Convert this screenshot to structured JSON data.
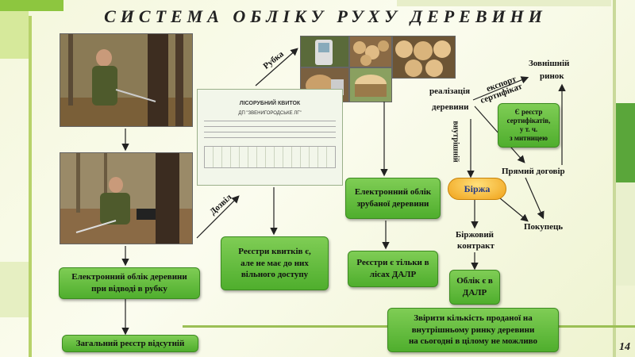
{
  "title": "СИСТЕМА ОБЛІКУ РУХУ ДЕРЕВИНИ",
  "page_number": "14",
  "doc": {
    "header": "ЛІСОРУБНИЙ КВИТОК",
    "company": "ДП \"ЗВЕНИГОРОДСЬКЕ ЛГ\""
  },
  "labels": {
    "rubka": "Рубка",
    "dozvil": "Дозвіл",
    "realizatsiia": "реалізація",
    "derevyny": "деревини",
    "eksport": "експорт",
    "sertyfikat": "сертифікат",
    "vnutrishnii": "внутрішній",
    "zovnishnii_rynok_1": "Зовнішній",
    "zovnishnii_rynok_2": "ринок",
    "pryamyi_dohovir": "Прямий договір",
    "pokupets": "Покупець",
    "birzhovyi_1": "Біржовий",
    "birzhovyi_2": "контракт"
  },
  "boxes": {
    "elektronnyi_oblik_vidvid_1": "Електронний облік деревини",
    "elektronnyi_oblik_vidvid_2": "при відводі в рубку",
    "zahalnyi_reiestr": "Загальний реєстр відсутній",
    "reiestry_kvytkiv_1": "Реєстри квитків є,",
    "reiestry_kvytkiv_2": "але не має до них",
    "reiestry_kvytkiv_3": "вільного доступу",
    "elektronnyi_zrubanoi_1": "Електронний облік",
    "elektronnyi_zrubanoi_2": "зрубаної деревини",
    "reiestry_dalr_1": "Реєстри є тільки в",
    "reiestry_dalr_2": "лісах ДАЛР",
    "reiestr_sertyfikativ_1": "Є реєстр",
    "reiestr_sertyfikativ_2": "сертифікатів,",
    "reiestr_sertyfikativ_3": "у т. ч.",
    "reiestr_sertyfikativ_4": "з митницею",
    "birzha": "Біржа",
    "oblik_dalr_1": "Облік є в",
    "oblik_dalr_2": "ДАЛР",
    "zvirka_1": "Звірити кількість проданої на",
    "zvirka_2": "внутрішньому ринку деревини",
    "zvirka_3": "на сьогодні в цілому не можливо"
  },
  "colors": {
    "green_box": "#5fbb38",
    "pill": "#f4b22a",
    "blue_text": "#1b3a86"
  }
}
